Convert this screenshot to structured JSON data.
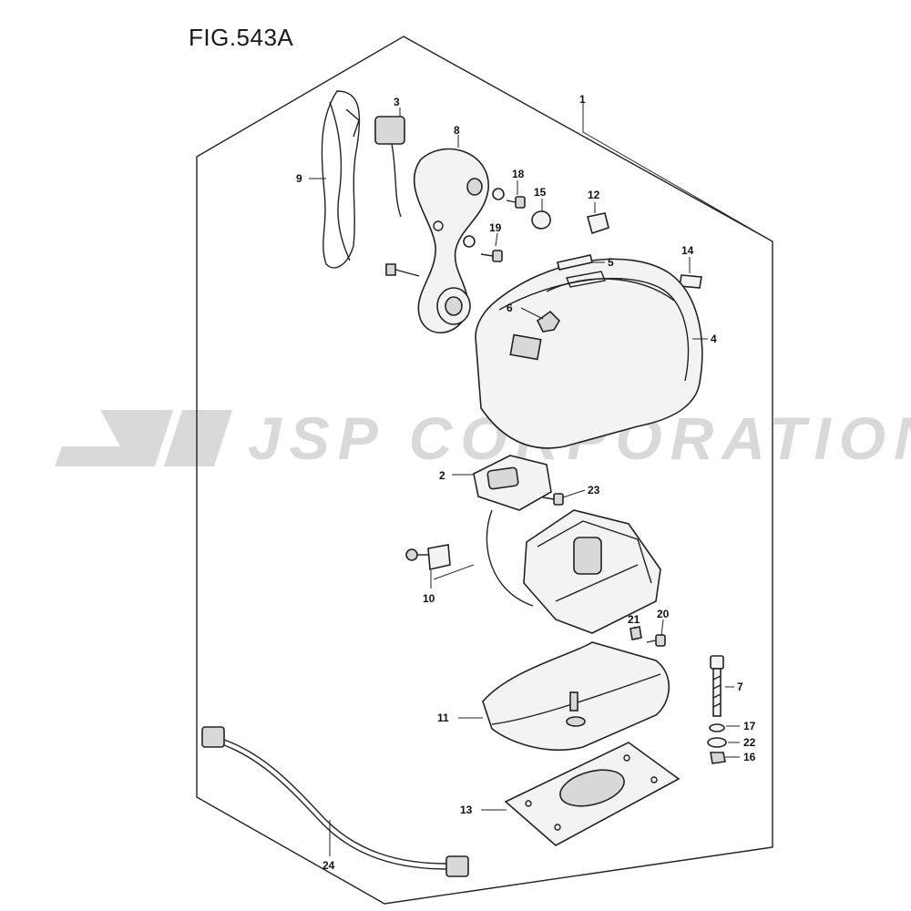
{
  "figure": {
    "title": "FIG.543A"
  },
  "watermark": {
    "text": "JSP CORPORATION",
    "logo": "jsp-logo-icon"
  },
  "callouts": {
    "c1": "1",
    "c2": "2",
    "c3": "3",
    "c4": "4",
    "c5": "5",
    "c6": "6",
    "c7": "7",
    "c8": "8",
    "c9": "9",
    "c10": "10",
    "c11": "11",
    "c12": "12",
    "c13": "13",
    "c14": "14",
    "c15": "15",
    "c16": "16",
    "c17": "17",
    "c18": "18",
    "c19": "19",
    "c20": "20",
    "c21": "21",
    "c22": "22",
    "c23": "23",
    "c24": "24"
  },
  "colors": {
    "line": "#222222",
    "watermark": "#d9d9d9",
    "background": "#ffffff"
  }
}
